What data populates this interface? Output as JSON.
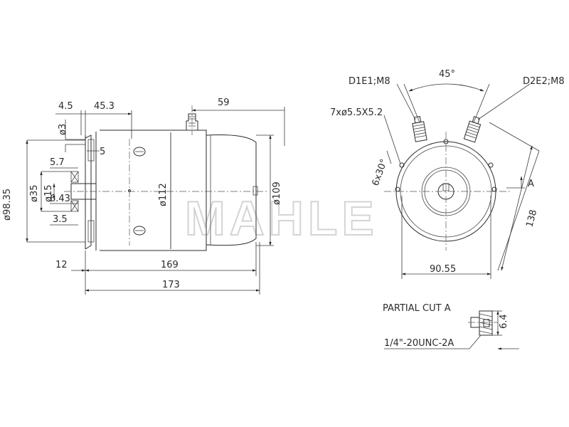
{
  "side_view": {
    "dim_top_left": "4.5",
    "dim_top_mid": "45.3",
    "dim_top_right": "59",
    "dia_3": "ø3",
    "dim_5": "5",
    "dim_5_7": "5.7",
    "dia_35": "ø35",
    "dia_15": "ø15",
    "dim_6_43": "6.43",
    "dim_3_5": "3.5",
    "dia_98_35": "ø98.35",
    "dia_112": "ø112",
    "dia_109": "ø109",
    "dim_12": "12",
    "dim_169": "169",
    "dim_173": "173"
  },
  "end_view": {
    "terminal_left": "D1E1;M8",
    "terminal_right": "D2E2;M8",
    "angle": "45°",
    "holes": "7xø5.5X5.2",
    "hole_angle": "6x30°",
    "section_label": "A",
    "dim_138": "138",
    "dim_90_55": "90.55"
  },
  "partial_cut": {
    "title": "PARTIAL CUT A",
    "thread": "1/4\"-20UNC-2A",
    "dim_6_4": "6.4"
  },
  "watermark": {
    "brand": "MAHLE"
  }
}
